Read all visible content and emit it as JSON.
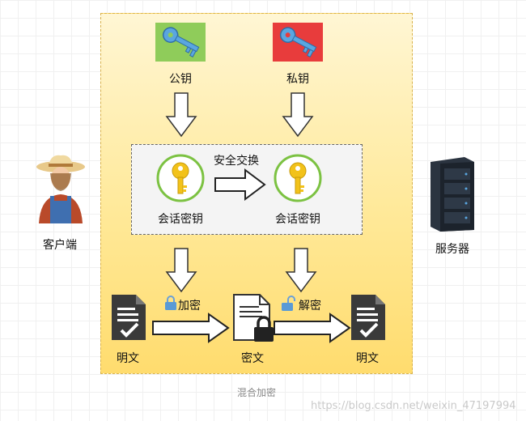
{
  "diagram": {
    "zone_title": "混合加密",
    "public_key_label": "公钥",
    "private_key_label": "私钥",
    "exchange_label": "安全交换",
    "session_key_left_label": "会话密钥",
    "session_key_right_label": "会话密钥",
    "encrypt_label": "加密",
    "decrypt_label": "解密",
    "plaintext_left_label": "明文",
    "ciphertext_label": "密文",
    "plaintext_right_label": "明文",
    "client_label": "客户端",
    "server_label": "服务器",
    "watermark": "https://blog.csdn.net/weixin_47197994"
  },
  "colors": {
    "public_key_bg": "#8fcc5a",
    "private_key_bg": "#e83c3c",
    "session_ring": "#7cc242",
    "gold_key": "#f2c21a",
    "blue_key": "#5aa6e0"
  },
  "icons": [
    "key-icon",
    "gold-key-icon",
    "lock-icon",
    "document-icon",
    "farmer-icon",
    "server-icon",
    "padlock-icon",
    "unlocked-padlock-icon"
  ]
}
